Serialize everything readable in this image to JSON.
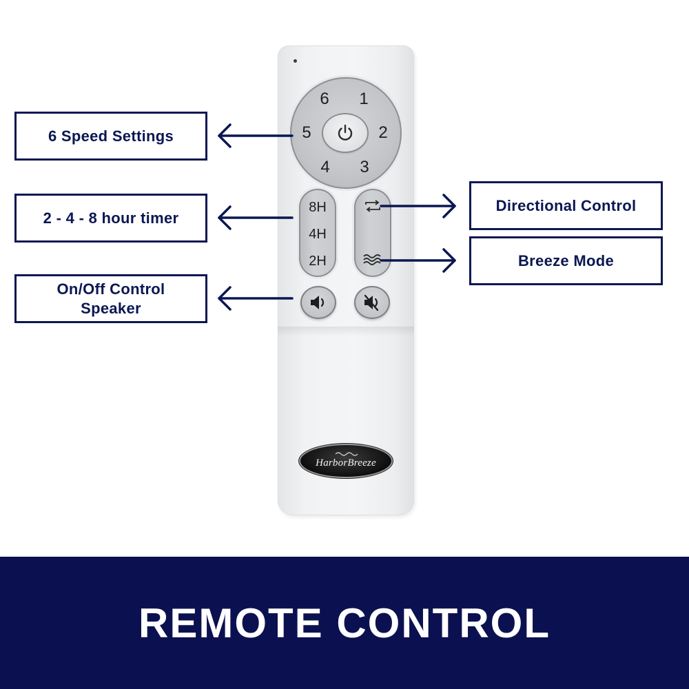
{
  "dial": {
    "speeds": [
      "6",
      "1",
      "5",
      "2",
      "4",
      "3"
    ]
  },
  "timer": {
    "labels": [
      "8H",
      "4H",
      "2H"
    ]
  },
  "logo": {
    "text": "HarborBreeze"
  },
  "callouts": {
    "speed": "6 Speed Settings",
    "timer": "2 - 4 - 8 hour timer",
    "speaker_line1": "On/Off Control",
    "speaker_line2": "Speaker",
    "directional": "Directional Control",
    "breeze": "Breeze Mode"
  },
  "banner": {
    "title": "REMOTE CONTROL"
  },
  "icons": {
    "power": "power-icon",
    "direction": "reverse-direction-icon",
    "breeze": "breeze-waves-icon",
    "speaker_on": "speaker-on-icon",
    "speaker_off": "speaker-mute-icon"
  },
  "colors": {
    "navy": "#0b1752",
    "banner": "#0b1150",
    "remote": "#f1f2f4"
  }
}
